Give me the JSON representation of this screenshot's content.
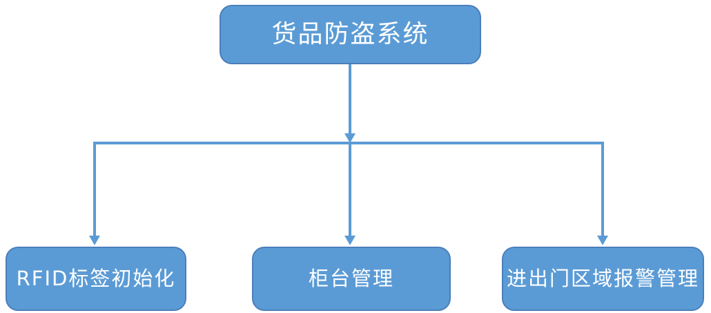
{
  "diagram": {
    "type": "flowchart",
    "root": {
      "label": "货品防盗系统"
    },
    "children": [
      {
        "label": "RFID标签初始化"
      },
      {
        "label": "柜台管理"
      },
      {
        "label": "进出门区域报警管理"
      }
    ],
    "colors": {
      "node_fill": "#5B9BD5",
      "node_border": "#4A7EBB",
      "connector": "#5B9BD5",
      "text": "#FFFFFF",
      "background": "#FFFFFF"
    }
  }
}
